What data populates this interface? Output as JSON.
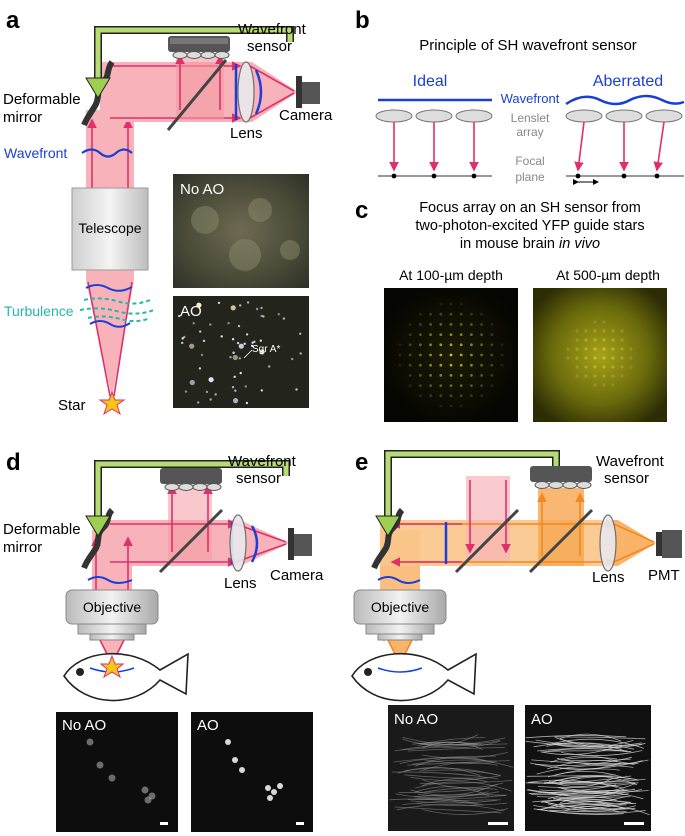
{
  "panels": {
    "a": {
      "letter": "a",
      "wavefront_sensor": "Wavefront",
      "wavefront_sensor2": "sensor",
      "deformable": "Deformable",
      "mirror": "mirror",
      "lens": "Lens",
      "camera": "Camera",
      "wavefront": "Wavefront",
      "telescope": "Telescope",
      "turbulence": "Turbulence",
      "star": "Star",
      "no_ao": "No AO",
      "ao": "AO",
      "sgr": "Sgr A*"
    },
    "b": {
      "letter": "b",
      "title": "Principle of SH wavefront sensor",
      "ideal": "Ideal",
      "aberrated": "Aberrated",
      "wavefront": "Wavefront",
      "lenslet1": "Lenslet",
      "lenslet2": "array",
      "focal1": "Focal",
      "focal2": "plane"
    },
    "c": {
      "letter": "c",
      "title1": "Focus array on an SH sensor from",
      "title2": "two-photon-excited YFP guide stars",
      "title3a": "in mouse brain ",
      "title3b": "in vivo",
      "depth100": "At 100-µm depth",
      "depth500": "At 500-µm depth"
    },
    "d": {
      "letter": "d",
      "wavefront_sensor": "Wavefront",
      "wavefront_sensor2": "sensor",
      "deformable": "Deformable",
      "mirror": "mirror",
      "lens": "Lens",
      "camera": "Camera",
      "objective": "Objective",
      "no_ao": "No AO",
      "ao": "AO"
    },
    "e": {
      "letter": "e",
      "wavefront_sensor": "Wavefront",
      "wavefront_sensor2": "sensor",
      "lens": "Lens",
      "pmt": "PMT",
      "objective": "Objective",
      "no_ao": "No AO",
      "ao": "AO"
    }
  },
  "colors": {
    "beam": "#f4a4ac",
    "beam_edge": "#e0306a",
    "orange_beam": "#f9b46a",
    "wavefront_blue": "#1a3fd6",
    "turbulence": "#22b8a8",
    "arrow_green": "#a8d060"
  }
}
